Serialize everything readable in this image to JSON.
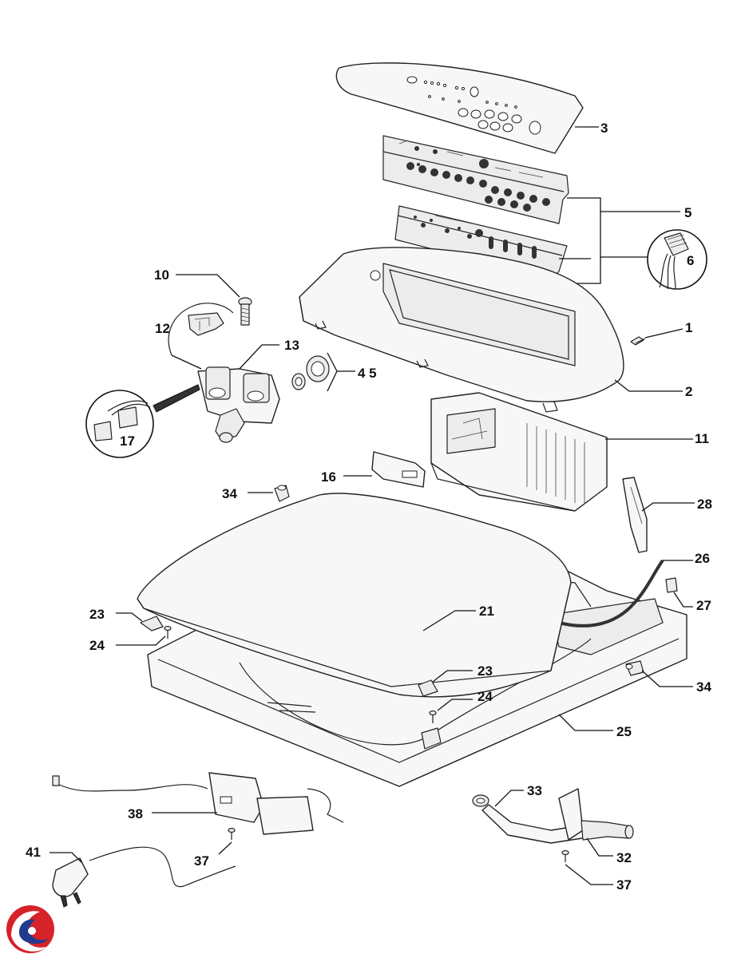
{
  "parts": [
    {
      "ref": "1"
    },
    {
      "ref": "2"
    },
    {
      "ref": "3"
    },
    {
      "ref": "5"
    },
    {
      "ref": "6"
    },
    {
      "ref": "10"
    },
    {
      "ref": "11"
    },
    {
      "ref": "12"
    },
    {
      "ref": "13"
    },
    {
      "ref": "16"
    },
    {
      "ref": "17"
    },
    {
      "ref": "21"
    },
    {
      "ref": "23"
    },
    {
      "ref": "24"
    },
    {
      "ref": "25"
    },
    {
      "ref": "26"
    },
    {
      "ref": "27"
    },
    {
      "ref": "28"
    },
    {
      "ref": "32"
    },
    {
      "ref": "33"
    },
    {
      "ref": "34"
    },
    {
      "ref": "37"
    },
    {
      "ref": "38"
    },
    {
      "ref": "41"
    },
    {
      "ref": "45"
    }
  ],
  "callouts": {
    "c1": "1",
    "c2": "2",
    "c3": "3",
    "c5": "5",
    "c6": "6",
    "c10": "10",
    "c11": "11",
    "c12": "12",
    "c13": "13",
    "c16": "16",
    "c17": "17",
    "c21": "21",
    "c23a": "23",
    "c23b": "23",
    "c24a": "24",
    "c24b": "24",
    "c25": "25",
    "c26": "26",
    "c27": "27",
    "c28": "28",
    "c32": "32",
    "c33": "33",
    "c34a": "34",
    "c34b": "34",
    "c37a": "37",
    "c37b": "37",
    "c38": "38",
    "c41": "41",
    "c45": "4 5"
  },
  "brand": {
    "logo_colors": [
      "#d62229",
      "#1f3b8f"
    ]
  }
}
